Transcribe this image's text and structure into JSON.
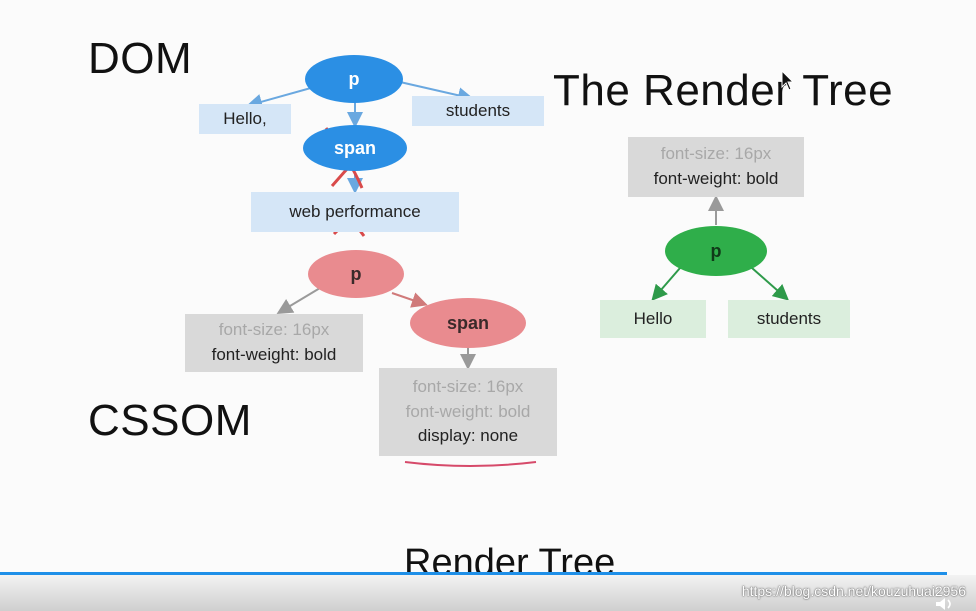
{
  "titles": {
    "dom": "DOM",
    "render_tree": "The Render Tree",
    "cssom": "CSSOM",
    "caption": "Render Tree"
  },
  "dom": {
    "root": "p",
    "left_text": "Hello,",
    "right_text": "students",
    "span": "span",
    "span_child": "web performance"
  },
  "cssom": {
    "root": "p",
    "root_style": {
      "line1": "font-size: 16px",
      "line2": "font-weight: bold"
    },
    "span": "span",
    "span_style": {
      "line1": "font-size: 16px",
      "line2": "font-weight: bold",
      "line3": "display: none"
    }
  },
  "render_tree": {
    "style": {
      "line1": "font-size: 16px",
      "line2": "font-weight: bold"
    },
    "root": "p",
    "left_text": "Hello",
    "right_text": "students"
  },
  "watermark": "https://blog.csdn.net/kouzuhuai2956",
  "colors": {
    "dom_node": "#2b8fe4",
    "dom_box": "#d5e6f7",
    "cssom_node": "#e98b8f",
    "cssom_box": "#d9d9d9",
    "render_node": "#2fae4a",
    "render_box": "#dbeedd",
    "cross": "#d94a4a",
    "progress": "#1e8fe8"
  },
  "playback": {
    "progress": 0.97
  }
}
